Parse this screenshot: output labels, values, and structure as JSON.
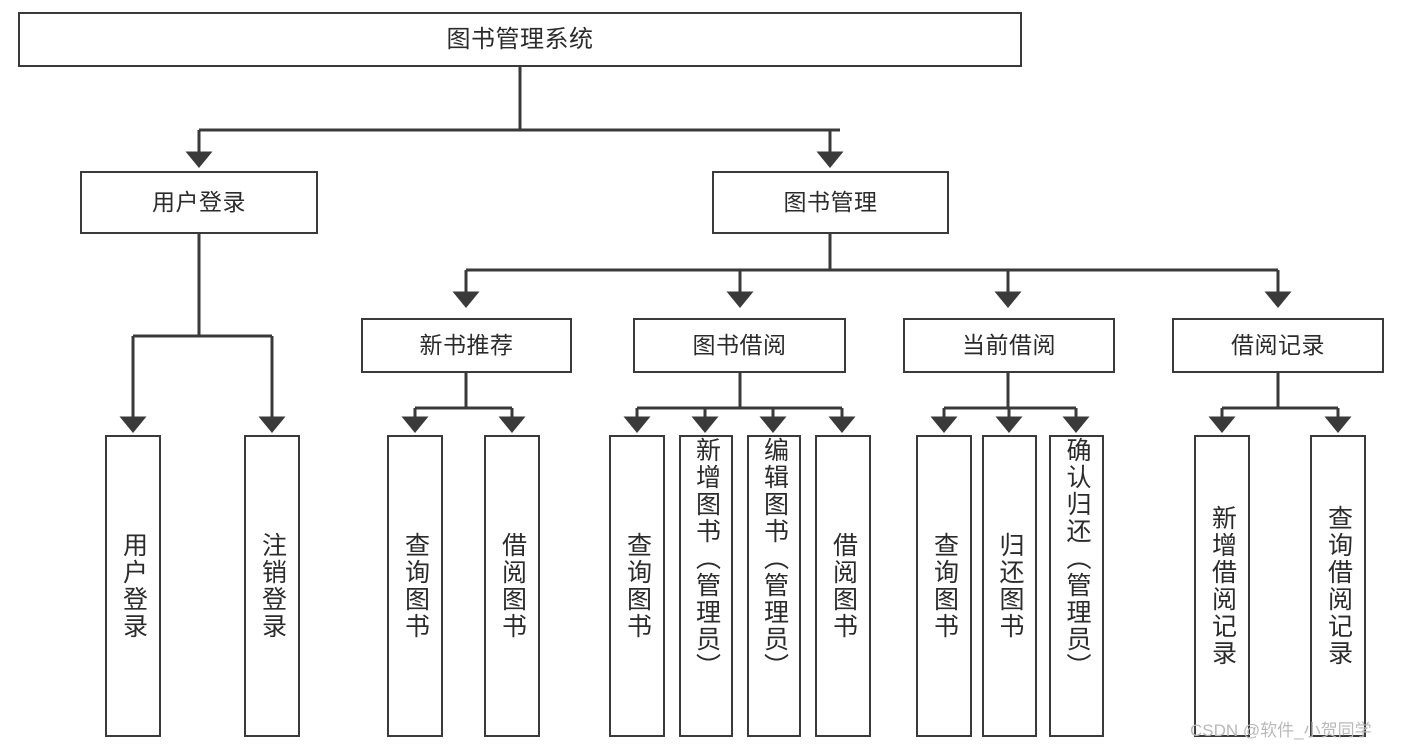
{
  "diagram": {
    "title": "图书管理系统",
    "type": "tree-hierarchy",
    "colors": {
      "background": "#ffffff",
      "stroke": "#3a3a3a",
      "text": "#2b2b2b",
      "watermark": "#b9b9b9"
    },
    "nodes": {
      "root": {
        "label": "图书管理系统"
      },
      "level1": [
        {
          "id": "user-login",
          "label": "用户登录"
        },
        {
          "id": "book-manage",
          "label": "图书管理"
        }
      ],
      "level2": [
        {
          "id": "new-book-recommend",
          "label": "新书推荐"
        },
        {
          "id": "book-borrow",
          "label": "图书借阅"
        },
        {
          "id": "current-borrow",
          "label": "当前借阅"
        },
        {
          "id": "borrow-record",
          "label": "借阅记录"
        }
      ],
      "leaves": {
        "user_login": [
          {
            "id": "leaf-user-login",
            "label": "用户登录"
          },
          {
            "id": "leaf-user-logout",
            "label": "注销登录"
          }
        ],
        "new_book_recommend": [
          {
            "id": "leaf-query-book-1",
            "label": "查询图书"
          },
          {
            "id": "leaf-borrow-book-1",
            "label": "借阅图书"
          }
        ],
        "book_borrow": [
          {
            "id": "leaf-query-book-2",
            "label": "查询图书"
          },
          {
            "id": "leaf-add-book",
            "label": "新增图书（管理员）"
          },
          {
            "id": "leaf-edit-book",
            "label": "编辑图书（管理员）"
          },
          {
            "id": "leaf-borrow-book-2",
            "label": "借阅图书"
          }
        ],
        "current_borrow": [
          {
            "id": "leaf-query-book-3",
            "label": "查询图书"
          },
          {
            "id": "leaf-return-book",
            "label": "归还图书"
          },
          {
            "id": "leaf-confirm-return",
            "label": "确认归还（管理员）"
          }
        ],
        "borrow_record": [
          {
            "id": "leaf-add-record",
            "label": "新增借阅记录"
          },
          {
            "id": "leaf-query-record",
            "label": "查询借阅记录"
          }
        ]
      }
    },
    "watermark": "CSDN @软件_小贺同学"
  }
}
